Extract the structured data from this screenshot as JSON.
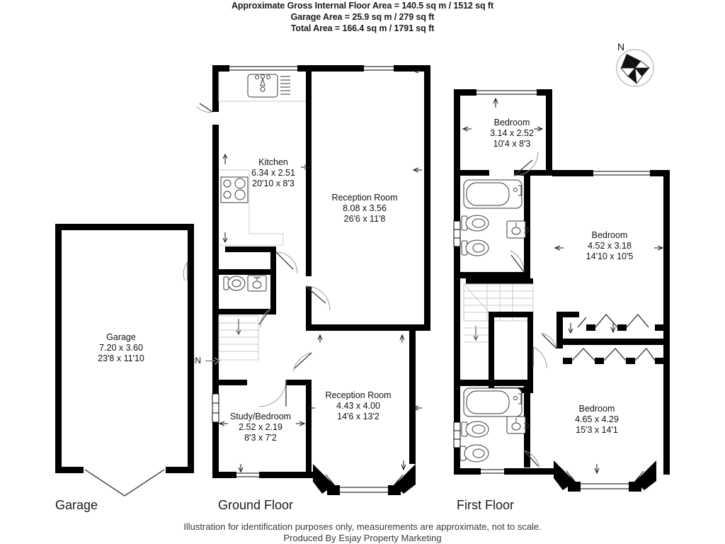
{
  "header": {
    "lines": [
      "Approximate Gross Internal Floor Area = 140.5 sq m / 1512 sq ft",
      "Garage Area = 25.9 sq m / 279 sq ft",
      "Total Area = 166.4 sq m / 1791 sq ft"
    ]
  },
  "footer": {
    "lines": [
      "Illustration for identification purposes only, measurements are approximate, not to scale.",
      "Produced By Esjay Property Marketing"
    ]
  },
  "compass": {
    "north_label": "N",
    "icon": "compass-rose-icon"
  },
  "entrance": {
    "label": "IN",
    "arrow": "arrow-right-icon"
  },
  "floors": [
    {
      "key": "garage",
      "caption": "Garage"
    },
    {
      "key": "ground",
      "caption": "Ground Floor"
    },
    {
      "key": "first",
      "caption": "First Floor"
    }
  ],
  "rooms": [
    {
      "id": "garage",
      "floor": "garage",
      "name": "Garage",
      "metric": "7.20 x 3.60",
      "imperial": "23'8 x 11'10"
    },
    {
      "id": "kitchen",
      "floor": "ground",
      "name": "Kitchen",
      "metric": "6.34 x 2.51",
      "imperial": "20'10 x 8'3"
    },
    {
      "id": "reception-room-front",
      "floor": "ground",
      "name": "Reception Room",
      "metric": "8.08 x 3.56",
      "imperial": "26'6 x 11'8"
    },
    {
      "id": "reception-room-rear",
      "floor": "ground",
      "name": "Reception Room",
      "metric": "4.43 x 4.00",
      "imperial": "14'6 x 13'2"
    },
    {
      "id": "study-bedroom",
      "floor": "ground",
      "name": "Study/Bedroom",
      "metric": "2.52 x 2.19",
      "imperial": "8'3 x 7'2"
    },
    {
      "id": "bedroom-top",
      "floor": "first",
      "name": "Bedroom",
      "metric": "3.14 x 2.52",
      "imperial": "10'4 x 8'3"
    },
    {
      "id": "bedroom-middle",
      "floor": "first",
      "name": "Bedroom",
      "metric": "4.52 x 3.18",
      "imperial": "14'10 x 10'5"
    },
    {
      "id": "bedroom-bottom",
      "floor": "first",
      "name": "Bedroom",
      "metric": "4.65 x 4.29",
      "imperial": "15'3 x 14'1"
    }
  ],
  "fixtures": [
    {
      "id": "kitchen-sink",
      "icon": "sink-icon"
    },
    {
      "id": "kitchen-hob",
      "icon": "hob-icon"
    },
    {
      "id": "wc-toilet",
      "icon": "toilet-icon"
    },
    {
      "id": "wc-basin",
      "icon": "basin-icon"
    },
    {
      "id": "stairs-ground",
      "icon": "stairs-icon"
    },
    {
      "id": "bath-upper",
      "icon": "bathtub-icon"
    },
    {
      "id": "bidet-upper",
      "icon": "bidet-icon"
    },
    {
      "id": "toilet-upper",
      "icon": "toilet-icon"
    },
    {
      "id": "basin-upper",
      "icon": "basin-icon"
    },
    {
      "id": "bath-lower",
      "icon": "bathtub-icon"
    },
    {
      "id": "bidet-lower",
      "icon": "bidet-icon"
    },
    {
      "id": "toilet-lower",
      "icon": "toilet-icon"
    },
    {
      "id": "basin-lower",
      "icon": "basin-icon"
    },
    {
      "id": "stairs-first",
      "icon": "stairs-icon"
    },
    {
      "id": "wardrobe-upper",
      "icon": "folding-door-icon"
    },
    {
      "id": "wardrobe-lower",
      "icon": "folding-door-icon"
    }
  ],
  "colors": {
    "wall": "#000000",
    "background": "#ffffff",
    "fixture_stroke": "#3a3a3a",
    "door_swing": "#999999",
    "text": "#111111"
  }
}
